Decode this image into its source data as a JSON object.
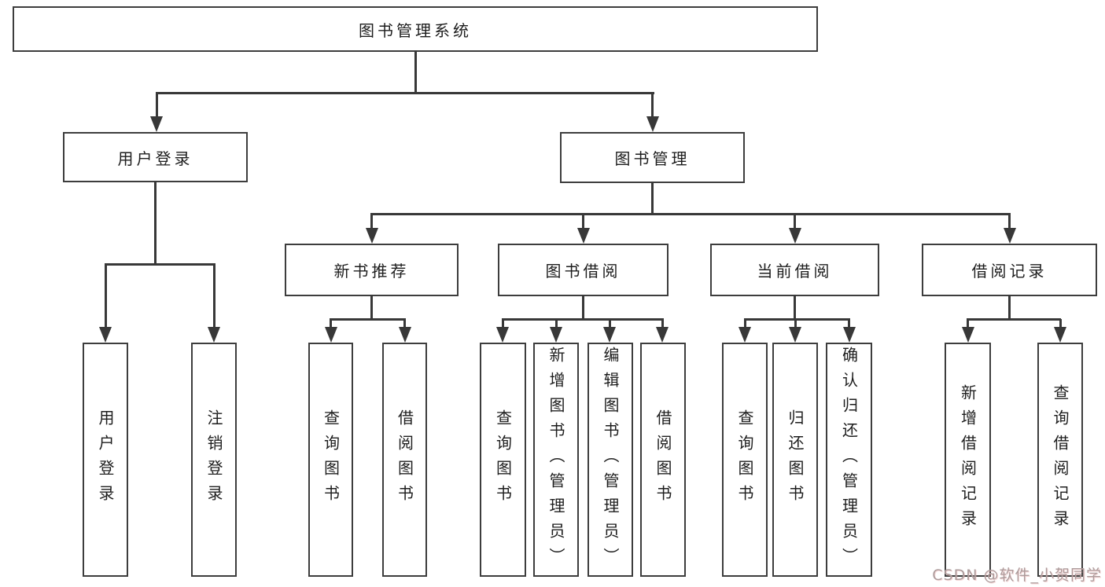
{
  "diagram": {
    "type": "hierarchy-tree",
    "nodes": {
      "root": "图书管理系统",
      "user_login": "用户登录",
      "book_mgmt": "图书管理",
      "new_book_rec": "新书推荐",
      "book_borrow": "图书借阅",
      "current_borrow": "当前借阅",
      "borrow_record": "借阅记录",
      "leaf_user_login": "用户登录",
      "leaf_logout": "注销登录",
      "leaf_query_book_1": "查询图书",
      "leaf_borrow_book_1": "借阅图书",
      "leaf_query_book_2": "查询图书",
      "leaf_add_book": "新增图书（管理员）",
      "leaf_edit_book": "编辑图书（管理员）",
      "leaf_borrow_book_2": "借阅图书",
      "leaf_query_book_3": "查询图书",
      "leaf_return_book": "归还图书",
      "leaf_confirm_return": "确认归还（管理员）",
      "leaf_add_record": "新增借阅记录",
      "leaf_query_record": "查询借阅记录"
    },
    "edges": [
      [
        "root",
        "user_login"
      ],
      [
        "root",
        "book_mgmt"
      ],
      [
        "user_login",
        "leaf_user_login"
      ],
      [
        "user_login",
        "leaf_logout"
      ],
      [
        "book_mgmt",
        "new_book_rec"
      ],
      [
        "book_mgmt",
        "book_borrow"
      ],
      [
        "book_mgmt",
        "current_borrow"
      ],
      [
        "book_mgmt",
        "borrow_record"
      ],
      [
        "new_book_rec",
        "leaf_query_book_1"
      ],
      [
        "new_book_rec",
        "leaf_borrow_book_1"
      ],
      [
        "book_borrow",
        "leaf_query_book_2"
      ],
      [
        "book_borrow",
        "leaf_add_book"
      ],
      [
        "book_borrow",
        "leaf_edit_book"
      ],
      [
        "book_borrow",
        "leaf_borrow_book_2"
      ],
      [
        "current_borrow",
        "leaf_query_book_3"
      ],
      [
        "current_borrow",
        "leaf_return_book"
      ],
      [
        "current_borrow",
        "leaf_confirm_return"
      ],
      [
        "borrow_record",
        "leaf_add_record"
      ],
      [
        "borrow_record",
        "leaf_query_record"
      ]
    ],
    "colors": {
      "line": "#383838",
      "box_border": "#3d3d3d",
      "text": "#1d1d1d",
      "background": "#ffffff",
      "watermark": "#ad9c9c"
    }
  },
  "watermark": {
    "text": "CSDN @软件_小贺同学"
  }
}
